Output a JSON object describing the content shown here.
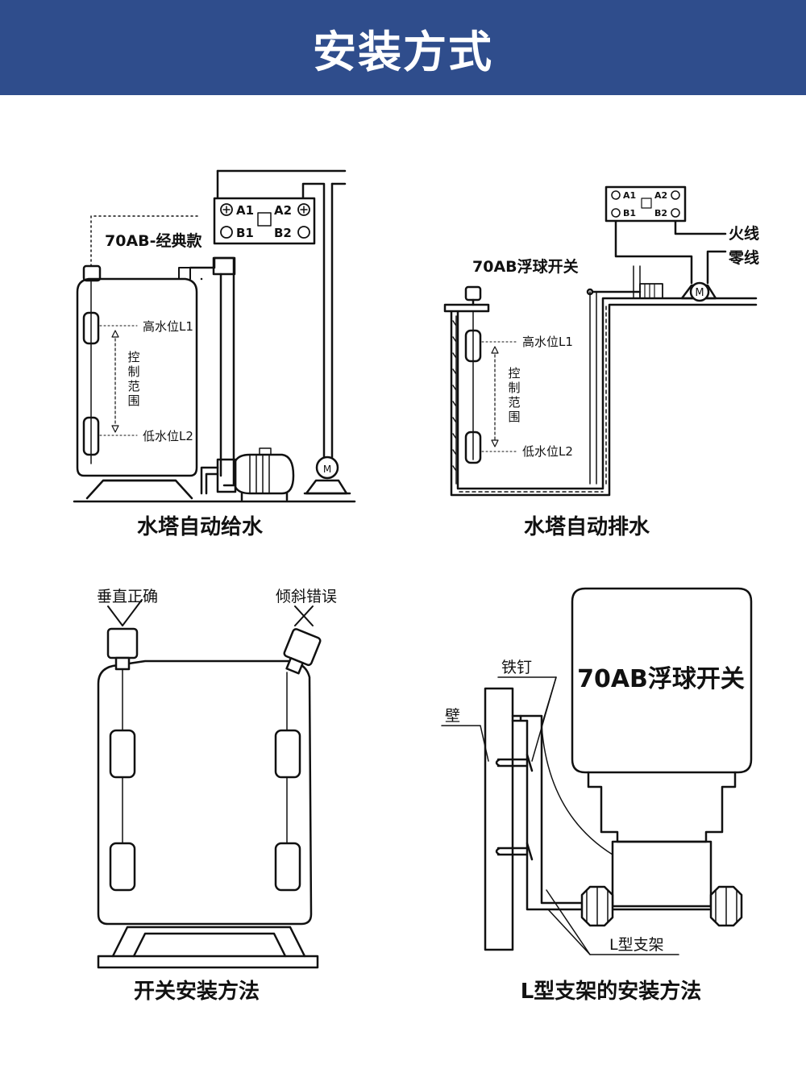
{
  "header": {
    "title": "安装方式",
    "bg_color": "#2f4d8c",
    "text_color": "#ffffff"
  },
  "panel1": {
    "caption": "水塔自动给水",
    "model_label": "70AB-经典款",
    "high_level": "高水位L1",
    "low_level": "低水位L2",
    "range_chars": [
      "控",
      "制",
      "范",
      "围"
    ],
    "terminals": {
      "a1": "A1",
      "a2": "A2",
      "b1": "B1",
      "b2": "B2"
    },
    "motor": "M"
  },
  "panel2": {
    "caption": "水塔自动排水",
    "model_label": "70AB浮球开关",
    "high_level": "高水位L1",
    "low_level": "低水位L2",
    "range_chars": [
      "控",
      "制",
      "范",
      "围"
    ],
    "terminals": {
      "a1": "A1",
      "a2": "A2",
      "b1": "B1",
      "b2": "B2"
    },
    "live_wire": "火线",
    "neutral_wire": "零线",
    "motor": "M"
  },
  "panel3": {
    "caption": "开关安装方法",
    "correct_label": "垂直正确",
    "wrong_label": "倾斜错误"
  },
  "panel4": {
    "caption": "L型支架的安装方法",
    "switch_label": "70AB浮球开关",
    "nail_label": "铁钉",
    "wall_label": "壁",
    "bracket_label": "L型支架"
  }
}
